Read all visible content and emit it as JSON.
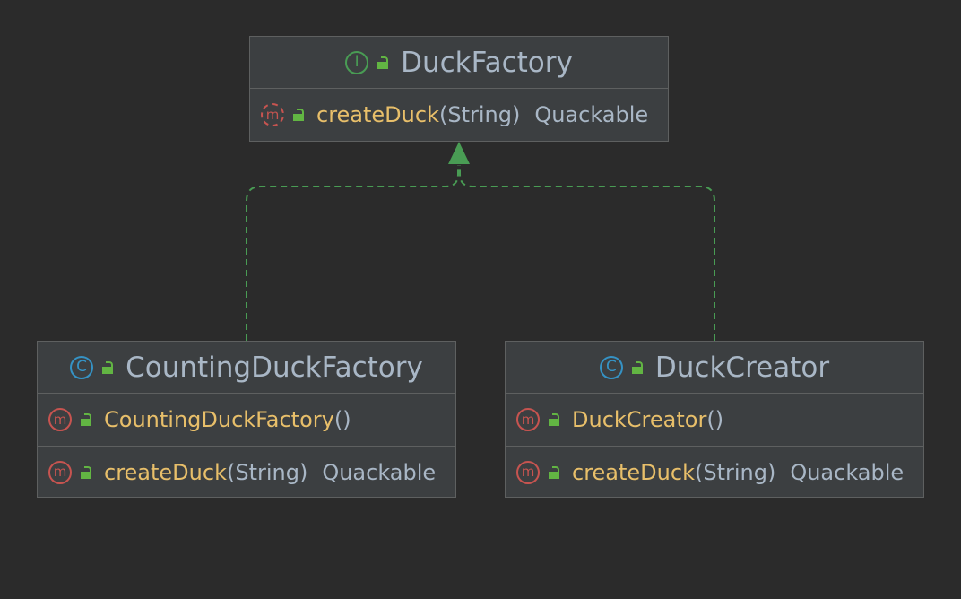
{
  "colors": {
    "background": "#2b2b2b",
    "node_fill": "#3c3f41",
    "node_border": "#5e6060",
    "edge": "#499c54",
    "method_name": "#e8bf6a",
    "text": "#a9b7c6"
  },
  "nodes": {
    "duck_factory": {
      "kind": "interface",
      "kind_icon": "interface-icon",
      "badge_letter": "I",
      "name": "DuckFactory",
      "members": [
        {
          "icon": "abstract-method-icon",
          "badge_letter": "m",
          "name": "createDuck",
          "params": "(String)",
          "type": "Quackable"
        }
      ]
    },
    "counting_duck_factory": {
      "kind": "class",
      "kind_icon": "class-icon",
      "badge_letter": "C",
      "name": "CountingDuckFactory",
      "members": [
        {
          "icon": "method-icon",
          "badge_letter": "m",
          "name": "CountingDuckFactory",
          "params": " ()",
          "type": ""
        },
        {
          "icon": "method-icon",
          "badge_letter": "m",
          "name": "createDuck",
          "params": "(String)",
          "type": "Quackable"
        }
      ]
    },
    "duck_creator": {
      "kind": "class",
      "kind_icon": "class-icon",
      "badge_letter": "C",
      "name": "DuckCreator",
      "members": [
        {
          "icon": "method-icon",
          "badge_letter": "m",
          "name": "DuckCreator",
          "params": "()",
          "type": ""
        },
        {
          "icon": "method-icon",
          "badge_letter": "m",
          "name": "createDuck",
          "params": "(String)",
          "type": "Quackable"
        }
      ]
    }
  },
  "edges": [
    {
      "from": "CountingDuckFactory",
      "to": "DuckFactory",
      "kind": "realization"
    },
    {
      "from": "DuckCreator",
      "to": "DuckFactory",
      "kind": "realization"
    }
  ]
}
